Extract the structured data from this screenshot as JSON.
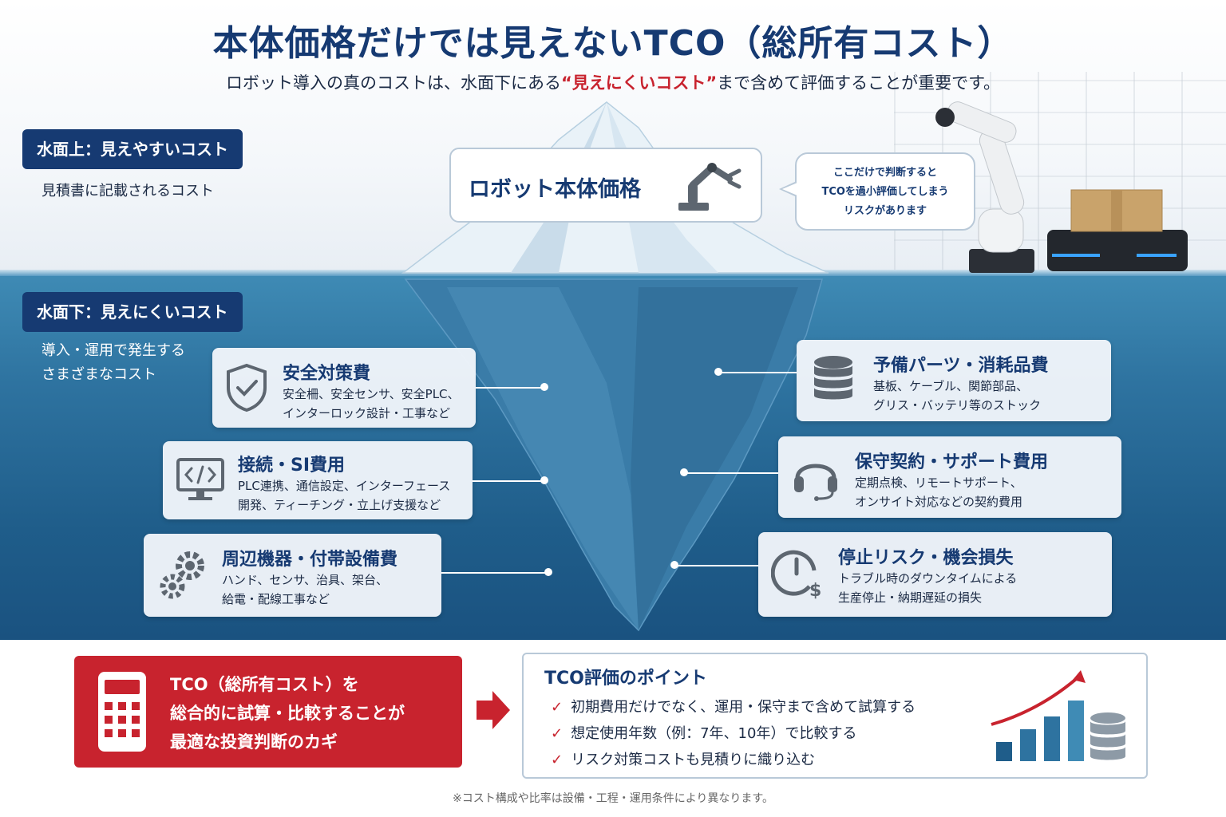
{
  "title": "本体価格だけでは見えないTCO（総所有コスト）",
  "subtitle": {
    "before": "ロボット導入の真のコストは、水面下にある",
    "highlight": "“見えにくいコスト”",
    "after": "まで含めて評価することが重要です。"
  },
  "above_water": {
    "tag": "水面上：見えやすいコスト",
    "desc": "見積書に記載されるコスト"
  },
  "robot_price": {
    "label": "ロボット本体価格",
    "icon": "robot-arm-icon"
  },
  "bubble": {
    "line1": "ここだけで判断すると",
    "line2": "TCOを過小評価してしまう",
    "line3": "リスクがあります"
  },
  "below_water": {
    "tag": "水面下：見えにくいコスト",
    "desc1": "導入・運用で発生する",
    "desc2": "さまざまなコスト"
  },
  "cost_cards": [
    {
      "title": "安全対策費",
      "line1": "安全柵、安全センサ、安全PLC、",
      "line2": "インターロック設計・工事など",
      "icon": "shield-check-icon"
    },
    {
      "title": "接続・SI費用",
      "line1": "PLC連携、通信設定、インターフェース",
      "line2": "開発、ティーチング・立上げ支援など",
      "icon": "monitor-code-icon"
    },
    {
      "title": "周辺機器・付帯設備費",
      "line1": "ハンド、センサ、治具、架台、",
      "line2": "給電・配線工事など",
      "icon": "gears-icon"
    },
    {
      "title": "予備パーツ・消耗品費",
      "line1": "基板、ケーブル、関節部品、",
      "line2": "グリス・バッテリ等のストック",
      "icon": "database-icon"
    },
    {
      "title": "保守契約・サポート費用",
      "line1": "定期点検、リモートサポート、",
      "line2": "オンサイト対応などの契約費用",
      "icon": "headset-icon"
    },
    {
      "title": "停止リスク・機会損失",
      "line1": "トラブル時のダウンタイムによる",
      "line2": "生産停止・納期遅延の損失",
      "icon": "clock-dollar-icon"
    }
  ],
  "conclusion": {
    "line1": "TCO（総所有コスト）を",
    "line2": "総合的に試算・比較することが",
    "line3": "最適な投資判断のカギ",
    "icon": "calculator-icon"
  },
  "points": {
    "title": "TCO評価のポイント",
    "items": [
      "初期費用だけでなく、運用・保守まで含めて試算する",
      "想定使用年数（例：7年、10年）で比較する",
      "リスク対策コストも見積りに織り込む"
    ],
    "icon": "growth-chart-icon"
  },
  "note": "※コスト構成や比率は設備・工程・運用条件により異なります。",
  "colors": {
    "navy": "#163a72",
    "red": "#c8232e",
    "water": "#2e73a0"
  }
}
